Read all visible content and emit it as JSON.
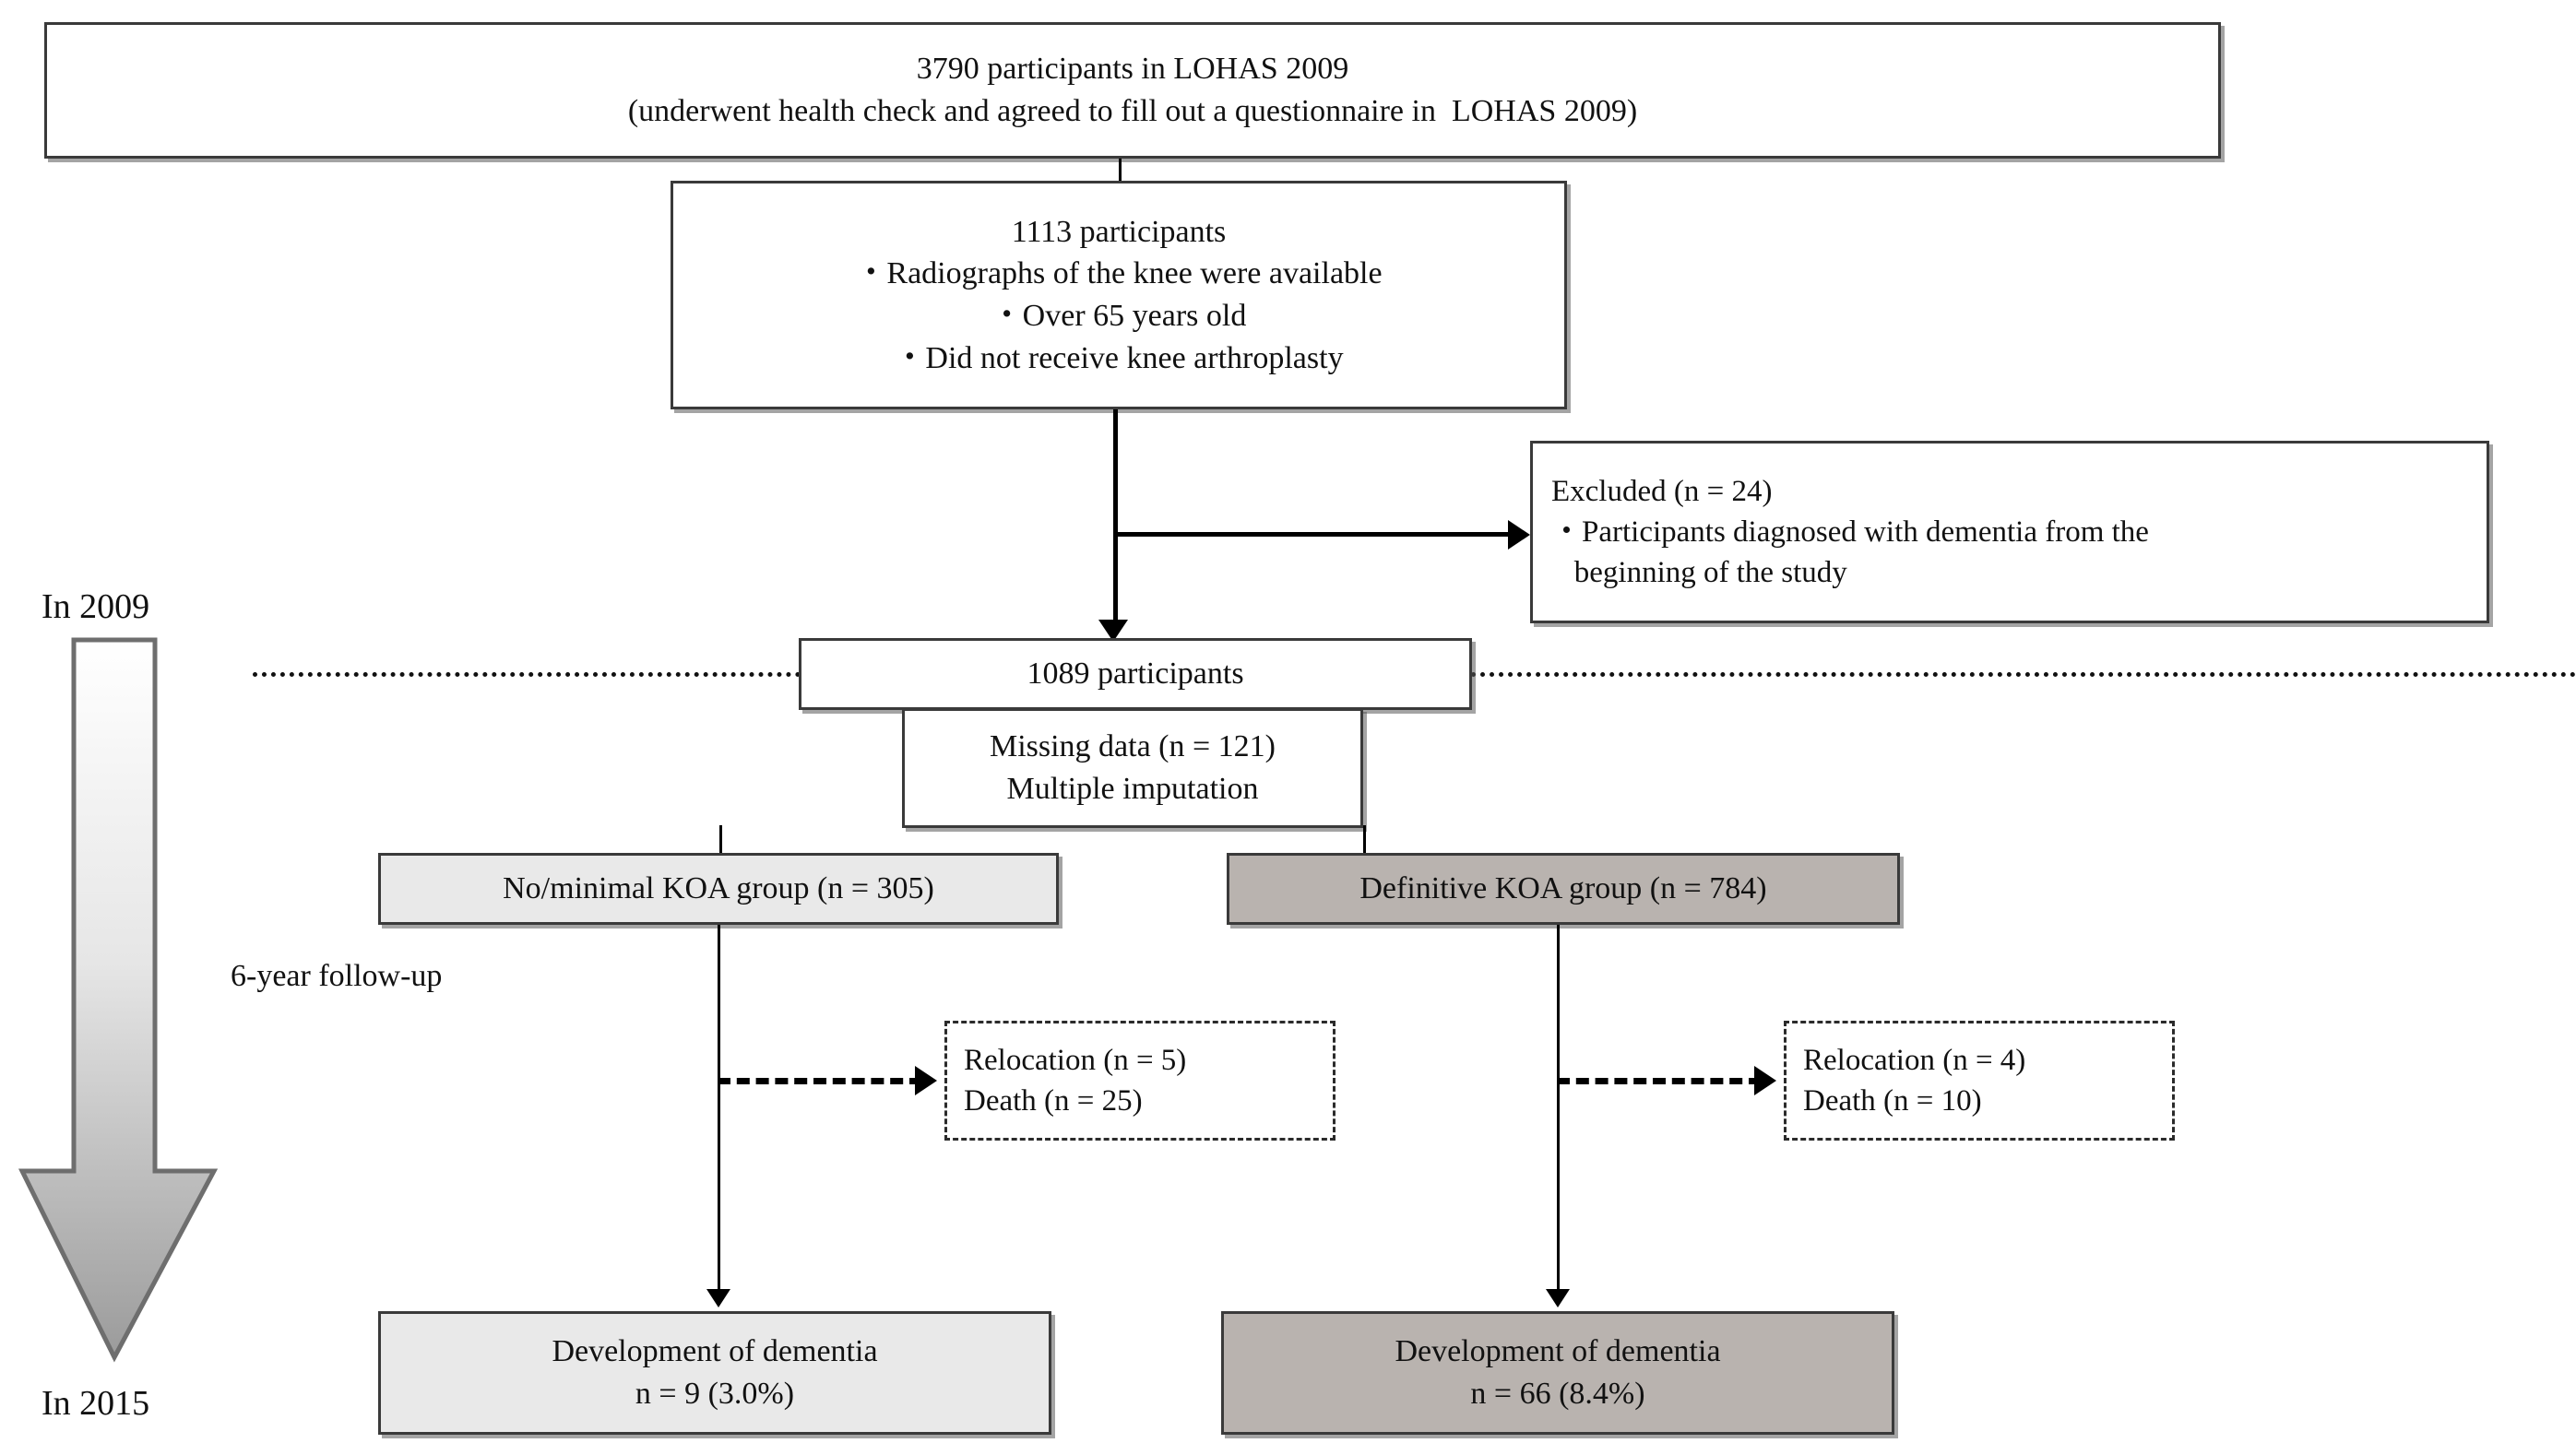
{
  "figure": {
    "type": "flowchart",
    "title": "Participant flow diagram",
    "nodes": {
      "source_cohort": {
        "lines": [
          "3790 participants in LOHAS 2009",
          "(underwent health check and agreed to fill out a questionnaire in  LOHAS 2009)"
        ]
      },
      "eligible": {
        "lines": [
          "1113 participants",
          "・Radiographs of the knee were available",
          "・Over 65 years old",
          "・Did not receive knee arthroplasty"
        ]
      },
      "excluded": {
        "lines": [
          "Excluded (n = 24)",
          "・Participants diagnosed with dementia from the",
          "   beginning of the study"
        ]
      },
      "analyzed": {
        "lines": [
          "1089 participants"
        ]
      },
      "missing_data": {
        "lines": [
          "Missing data (n = 121)",
          "Multiple imputation"
        ]
      },
      "group_no_minimal": {
        "lines": [
          "No/minimal KOA group (n = 305)"
        ]
      },
      "group_definitive": {
        "lines": [
          "Definitive KOA group (n = 784)"
        ]
      },
      "losses_left": {
        "lines": [
          "Relocation (n = 5)",
          "Death (n = 25)"
        ]
      },
      "losses_right": {
        "lines": [
          "Relocation (n = 4)",
          "Death (n = 10)"
        ]
      },
      "outcome_left": {
        "lines": [
          "Development of dementia",
          "n = 9 (3.0%)"
        ]
      },
      "outcome_right": {
        "lines": [
          "Development of dementia",
          "n = 66 (8.4%)"
        ]
      }
    },
    "timeline": {
      "start_label": "In 2009",
      "end_label": "In 2015",
      "followup_label": "6-year follow-up"
    },
    "colors": {
      "no_minimal_fill": "#e9e9e9",
      "definitive_fill": "#b9b3af",
      "border": "#3a3a3a",
      "connector": "#000000",
      "background": "#ffffff"
    }
  }
}
